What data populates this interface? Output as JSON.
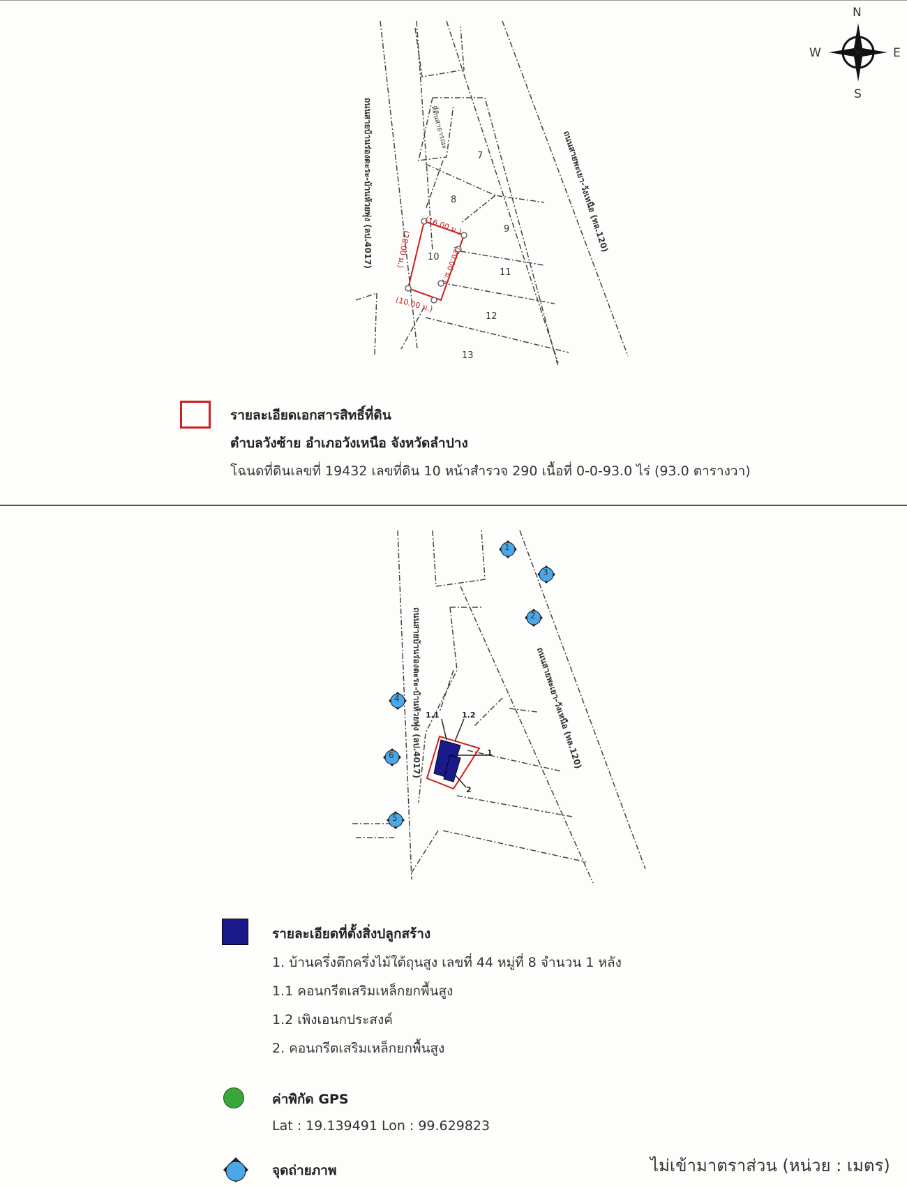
{
  "compass": {
    "n": "N",
    "s": "S",
    "e": "E",
    "w": "W"
  },
  "map1": {
    "road_left": "ถนนสายบ้านร่องตะระ-บ้านห้วยพุ่ง (ลป.4017)",
    "road_right": "ถนนสายพะเยา-วังเหนือ (ทล.120)",
    "public_land": "ที่ดินสาธารณะ",
    "plots": [
      "7",
      "8",
      "9",
      "10",
      "11",
      "12",
      "13"
    ],
    "dims": [
      "(16.00 ม.)",
      "(28.00 ม.)",
      "(20.00 ม.)",
      "(10.00 ม.)"
    ],
    "boundary_color": "#cc1f1f"
  },
  "legend1": {
    "title": "รายละเอียดเอกสารสิทธิ์ที่ดิน",
    "location": "ตำบลวังซ้าย  อำเภอวังเหนือ  จังหวัดลำปาง",
    "deed": "โฉนดที่ดินเลขที่ 19432 เลขที่ดิน 10  หน้าสำรวจ 290  เนื้อที่ 0-0-93.0 ไร่ (93.0 ตารางวา)"
  },
  "map2": {
    "road_left": "ถนนสายบ้านร่องตะระ-บ้านห้วยพุ่ง (ลป.4017)",
    "road_right": "ถนนสายพะเยา-วังเหนือ (ทล.120)",
    "building_labels": [
      "1.1",
      "1.2",
      "1",
      "2"
    ],
    "photo_points": [
      "1",
      "2",
      "3",
      "4",
      "5",
      "6"
    ],
    "building_color": "#1a1a8c",
    "photo_color": "#4aa8e8"
  },
  "legend2": {
    "title": "รายละเอียดที่ตั้งสิ่งปลูกสร้าง",
    "items": [
      "1.  บ้านครึ่งตึกครึ่งไม้ใต้ถุนสูง เลขที่ 44 หมู่ที่ 8 จำนวน 1 หลัง",
      "1.1 คอนกรีตเสริมเหล็กยกพื้นสูง",
      "1.2 เพิงเอนกประสงค์",
      "2. คอนกรีตเสริมเหล็กยกพื้นสูง"
    ],
    "gps_title": "ค่าพิกัด GPS",
    "gps_value": "Lat : 19.139491   Lon : 99.629823",
    "gps_color": "#3aa63a",
    "photo_title": "จุดถ่ายภาพ",
    "scale_note": "ไม่เข้ามาตราส่วน (หน่วย : เมตร)"
  }
}
